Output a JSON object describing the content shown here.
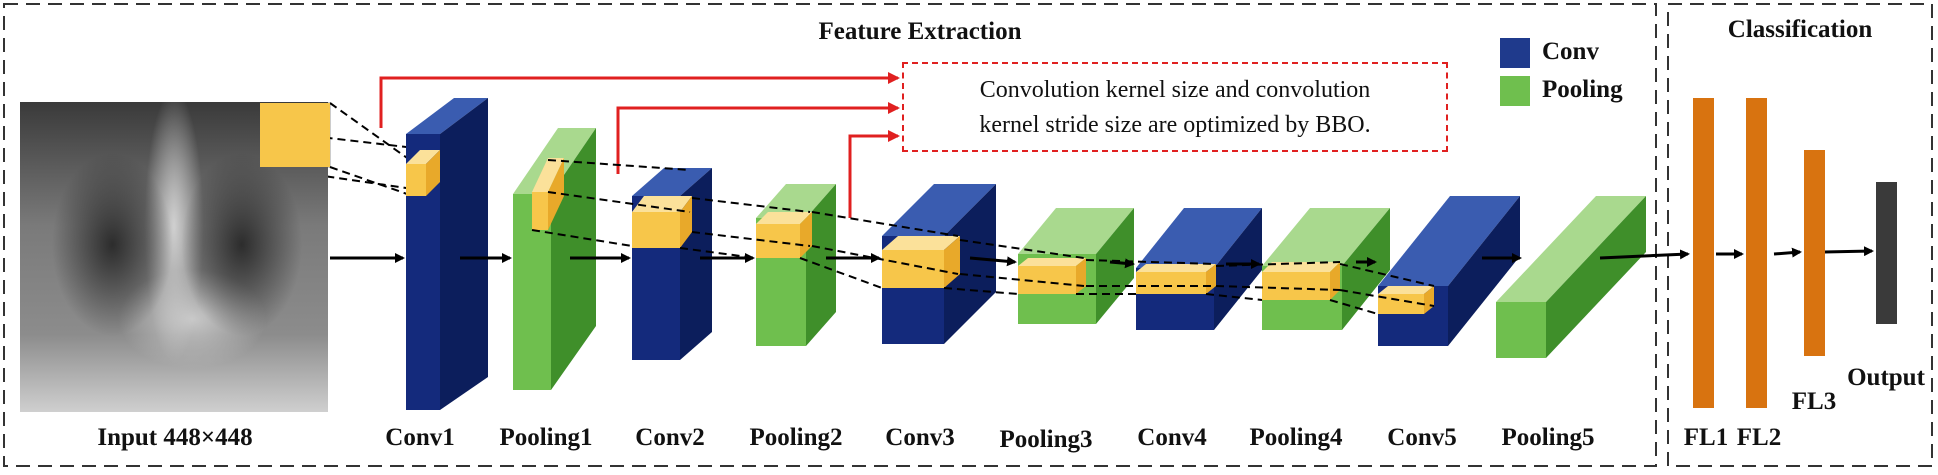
{
  "sections": {
    "feature_extraction": "Feature Extraction",
    "classification": "Classification"
  },
  "legend": [
    {
      "label": "Conv",
      "color": "#1f3a8c"
    },
    {
      "label": "Pooling",
      "color": "#6fbf4e"
    }
  ],
  "note": {
    "line1": "Convolution kernel size and convolution",
    "line2": "kernel stride size are optimized by BBO."
  },
  "input_label": "Input 448×448",
  "layers": [
    "Conv1",
    "Pooling1",
    "Conv2",
    "Pooling2",
    "Conv3",
    "Pooling3",
    "Conv4",
    "Pooling4",
    "Conv5",
    "Pooling5"
  ],
  "fc_layers": [
    "FL1",
    "FL2",
    "FL3"
  ],
  "output_label": "Output",
  "colors": {
    "conv_front": "#142a7c",
    "conv_side": "#0c1e5c",
    "conv_top": "#3a5cb0",
    "pool_front": "#6fbf4e",
    "pool_side": "#3f8f2a",
    "pool_top": "#a9d98e",
    "kernel": "#f7c64a",
    "fc": "#d87310",
    "output": "#3a3a3a",
    "arrow_red": "#e02020"
  }
}
